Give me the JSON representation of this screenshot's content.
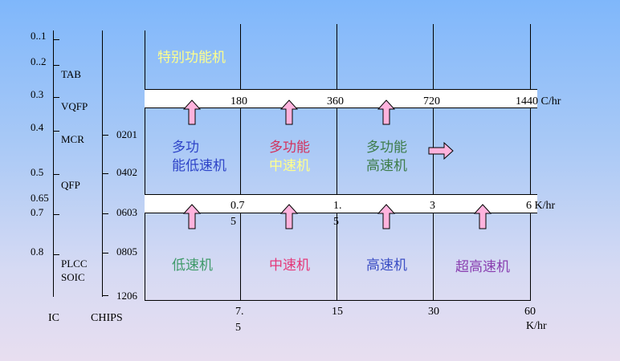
{
  "left_axis": {
    "values": [
      "0..1",
      "0..2",
      "0.3",
      "0.4",
      "0.5",
      "0.65",
      "0.7",
      "0.8"
    ],
    "packages": [
      "TAB",
      "VQFP",
      "MCR",
      "QFP",
      "PLCC",
      "SOIC"
    ],
    "footer": "IC"
  },
  "chips_axis": {
    "sizes": [
      "0201",
      "0402",
      "0603",
      "0805",
      "1206"
    ],
    "footer": "CHIPS"
  },
  "top_label": "特别功能机",
  "upper_band": {
    "values": [
      "180",
      "360",
      "720",
      "1440 C/hr"
    ]
  },
  "middle_region": {
    "cell1_line1": "多功",
    "cell1_line2": "能低速机",
    "cell2_line1": "多功能",
    "cell2_line2": "中速机",
    "cell3_line1": "多功能",
    "cell3_line2": "高速机"
  },
  "lower_band": {
    "v1_top": "0.7",
    "v1_bottom": "5",
    "v2_top": "1.",
    "v2_bottom": "5",
    "v3": "3",
    "v4": "6 K/hr"
  },
  "bottom_region": {
    "low": "低速机",
    "mid": "中速机",
    "high": "高速机",
    "ultra": "超高速机"
  },
  "x_axis": {
    "t1_top": "7.",
    "t1_bottom": "5",
    "t2": "15",
    "t3": "30",
    "t4": "60",
    "unit": "K/hr"
  },
  "colors": {
    "top_label": "#ffff8c",
    "cell1": "#2f45c8",
    "cell2": "#d2335e",
    "cell3": "#3d7c4a",
    "mid_text": "#ffff8c",
    "low": "#3f9a6a",
    "mid": "#e4397a",
    "high": "#3b4ec4",
    "ultra": "#8a3fb0",
    "arrow_fill": "#ffb3dd"
  }
}
